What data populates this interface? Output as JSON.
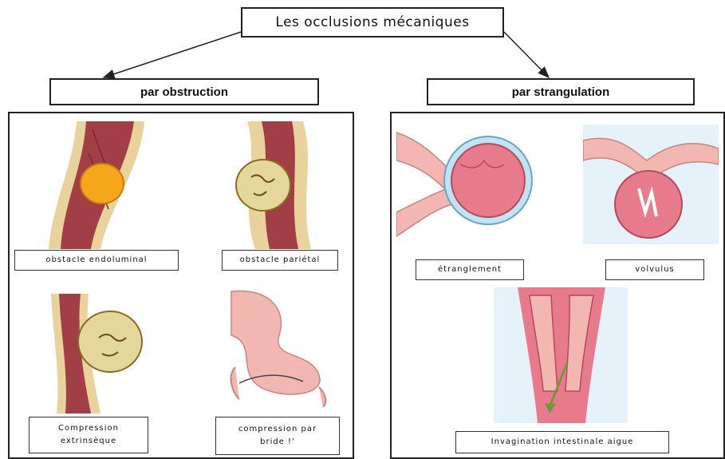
{
  "diagram": {
    "title": "Les occlusions  mécaniques",
    "categories": {
      "obstruction": "par obstruction",
      "strangulation": "par strangulation"
    },
    "obstruction_items": [
      {
        "label": "obstacle endoluminal",
        "illustration": "bowel-food-bolus-blocking-lumen"
      },
      {
        "label": "obstacle pariétal",
        "illustration": "bowel-wall-tumor"
      },
      {
        "label": "Compression\nextrinsèque",
        "illustration": "bowel-external-mass-compression"
      },
      {
        "label": "compression par\nbride !'",
        "illustration": "bowel-loop-with-adhesion-band"
      }
    ],
    "strangulation_items": [
      {
        "label": "étranglement",
        "illustration": "strangulated-hernia-loop"
      },
      {
        "label": "volvulus",
        "illustration": "twisted-bowel-loop"
      },
      {
        "label": "Invagination  intestinale aigue",
        "illustration": "intussusception-telescoped-bowel"
      }
    ],
    "colors": {
      "bowel_wall": "#e9d29c",
      "lumen": "#a23e46",
      "bolus": "#f3a81c",
      "tumor": "#e5d79a",
      "pink_tissue": "#f2b7b0",
      "loop_red": "#e77b8c"
    }
  }
}
